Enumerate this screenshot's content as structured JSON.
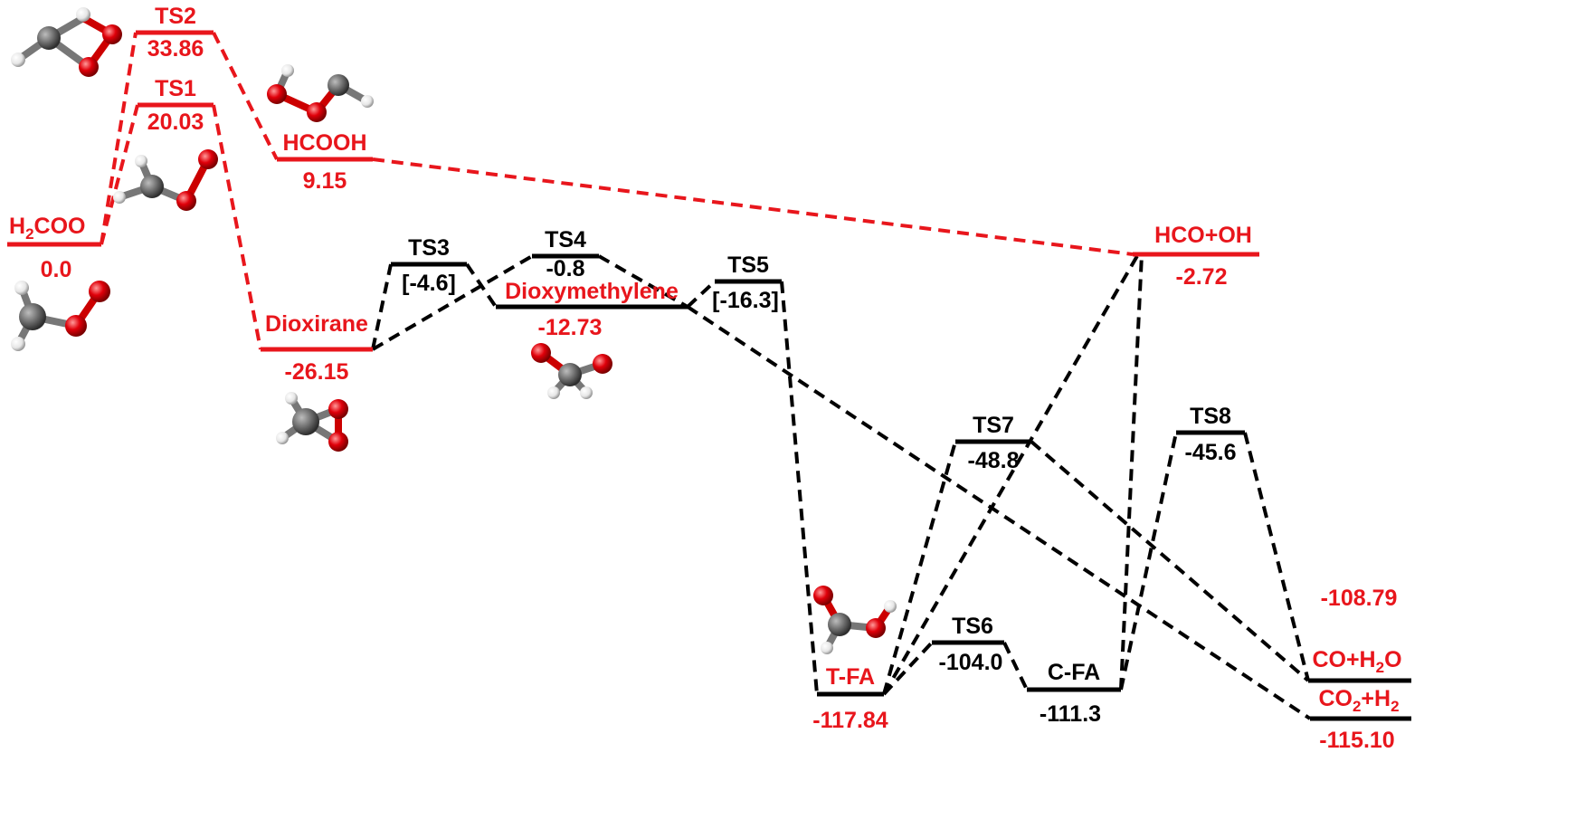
{
  "levels": {
    "h2coo": {
      "name": "H2COO",
      "value": "0.0"
    },
    "ts1": {
      "name": "TS1",
      "value": "20.03"
    },
    "ts2": {
      "name": "TS2",
      "value": "33.86"
    },
    "hcooh": {
      "name": "HCOOH",
      "value": "9.15"
    },
    "dioxirane": {
      "name": "Dioxirane",
      "value": "-26.15"
    },
    "ts3": {
      "name": "TS3",
      "value": "[-4.6]"
    },
    "ts4": {
      "name": "TS4",
      "value": "-0.8"
    },
    "dioxymethylene": {
      "name": "Dioxymethylene",
      "value": "-12.73"
    },
    "ts5": {
      "name": "TS5",
      "value": "[-16.3]"
    },
    "hco_oh": {
      "name": "HCO+OH",
      "value": "-2.72"
    },
    "tfa": {
      "name": "T-FA",
      "value": "-117.84"
    },
    "ts6": {
      "name": "TS6",
      "value": "-104.0"
    },
    "cfa": {
      "name": "C-FA",
      "value": "-111.3"
    },
    "ts7": {
      "name": "TS7",
      "value": "-48.8"
    },
    "ts8": {
      "name": "TS8",
      "value": "-45.6"
    },
    "co_h2o": {
      "name": "CO+H2O",
      "value": "-108.79"
    },
    "co2_h2": {
      "name": "CO2+H2",
      "value": "-115.10"
    }
  },
  "colors": {
    "red": "#e8161c",
    "black": "#000000",
    "carbon": "#6e6e6e",
    "oxygen": "#e0000a",
    "hydrogen": "#eeeeee"
  },
  "molecules": [
    "criegee-ts2-structure",
    "hcooh-structure",
    "criegee-ts1-structure",
    "h2coo-structure",
    "dioxirane-structure",
    "dioxymethylene-structure",
    "t-fa-structure"
  ]
}
